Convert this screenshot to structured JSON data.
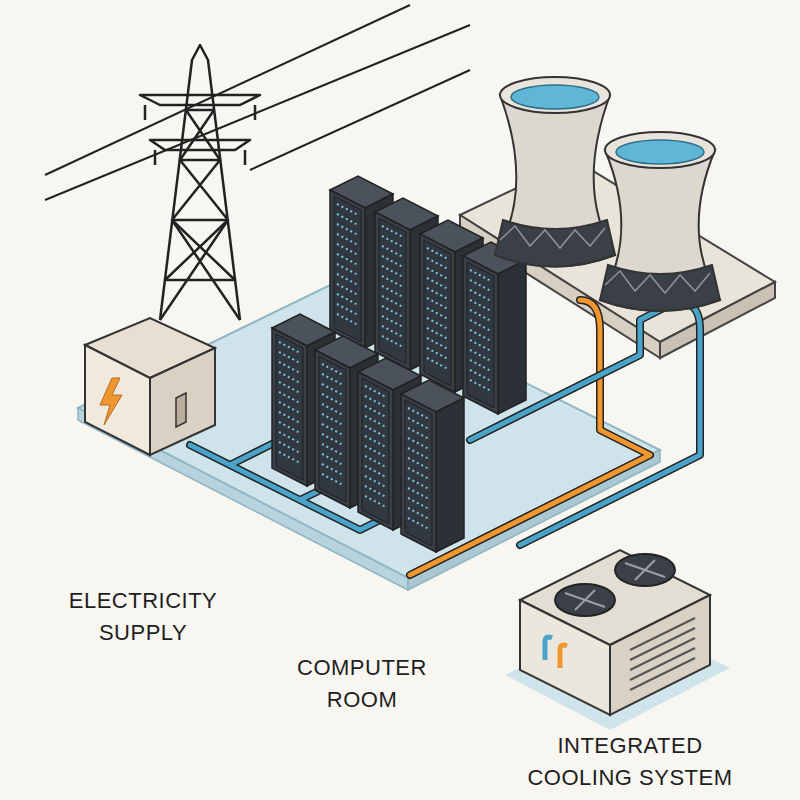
{
  "diagram": {
    "labels": [
      "ELECTRICITY SUPPLY",
      "COMPUTER ROOM",
      "INTEGRATED COOLING SYSTEM"
    ]
  }
}
